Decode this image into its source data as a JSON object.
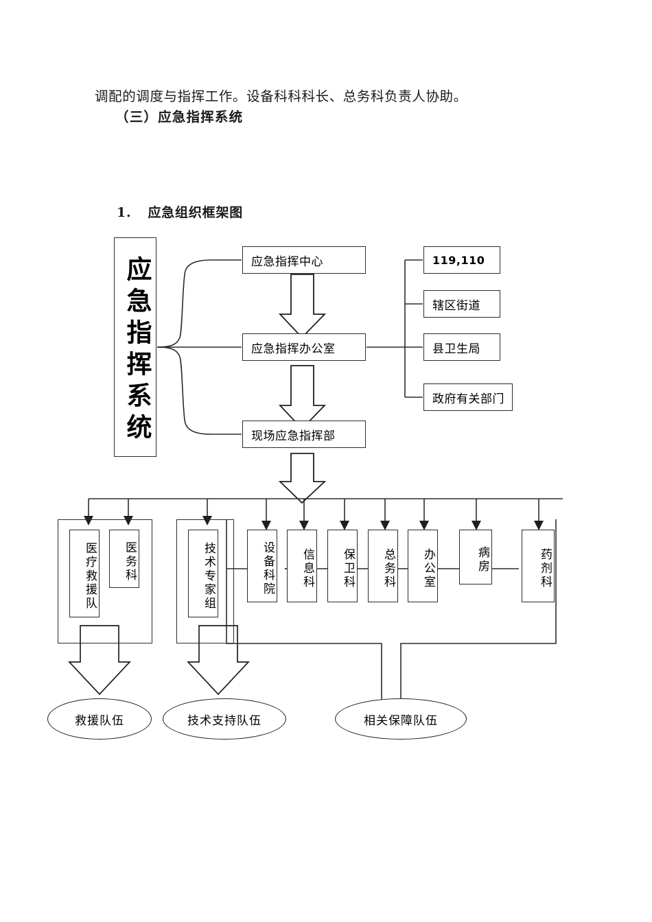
{
  "document": {
    "body_paragraph": "调配的调度与指挥工作。设备科科科长、总务科负责人协助。",
    "section_heading": "（三）应急指挥系统",
    "figure_number": "1.",
    "figure_caption": "应急组织框架图"
  },
  "diagram": {
    "root_title": "应急指挥系统",
    "command_chain": [
      {
        "id": "center",
        "label": "应急指挥中心"
      },
      {
        "id": "office",
        "label": "应急指挥办公室"
      },
      {
        "id": "onsite",
        "label": "现场应急指挥部"
      }
    ],
    "external_partners": [
      {
        "id": "hotline",
        "label": "119,110"
      },
      {
        "id": "street",
        "label": "辖区街道"
      },
      {
        "id": "health",
        "label": "县卫生局"
      },
      {
        "id": "government",
        "label": "政府有关部门"
      }
    ],
    "departments": [
      {
        "id": "medical-rescue-team",
        "label": "医疗救援队"
      },
      {
        "id": "medical-affairs",
        "label": "医务科"
      },
      {
        "id": "tech-expert-group",
        "label": "技术专家组"
      },
      {
        "id": "equipment",
        "label": "设备科院"
      },
      {
        "id": "information",
        "label": "信息科"
      },
      {
        "id": "security",
        "label": "保卫科"
      },
      {
        "id": "general-affairs",
        "label": "总务科"
      },
      {
        "id": "admin-office",
        "label": "办公室"
      },
      {
        "id": "ward",
        "label": "病房"
      },
      {
        "id": "pharmacy",
        "label": "药剂科"
      }
    ],
    "teams": [
      {
        "id": "rescue-team",
        "label": "救援队伍"
      },
      {
        "id": "support-team",
        "label": "技术支持队伍"
      },
      {
        "id": "logistics-team",
        "label": "相关保障队伍"
      }
    ],
    "colors": {
      "stroke": "#2b2b2b",
      "text": "#000000",
      "background": "#ffffff"
    }
  }
}
